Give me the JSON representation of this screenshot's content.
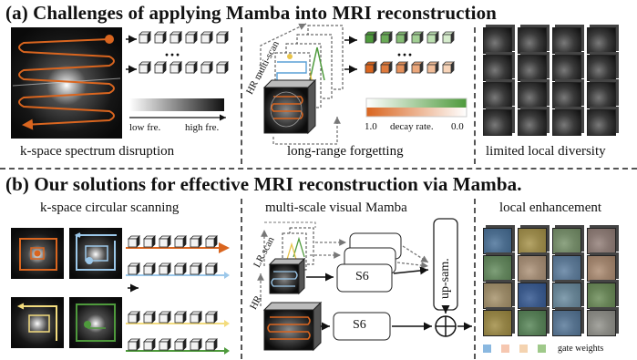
{
  "colors": {
    "orange": "#d9651f",
    "blue": "#5aa0d6",
    "light_blue": "#9cc8ea",
    "yellow": "#e8c44a",
    "green": "#4e9a3c",
    "cube_face": "#f2f2f2",
    "cube_dark": "#222222"
  },
  "section_a": {
    "title": "(a) Challenges of applying Mamba into MRI reconstruction",
    "ellipsis": "···",
    "low_freq": "low fre.",
    "high_freq": "high fre.",
    "caption_kspace": "k-space spectrum disruption",
    "hr_multiscan": "HR multi-scan",
    "decay_left": "1.0",
    "decay_label": "decay rate.",
    "decay_right": "0.0",
    "caption_forgetting": "long-range forgetting",
    "caption_diversity": "limited local diversity"
  },
  "section_b": {
    "title": "(b) Our solutions for effective MRI reconstruction via Mamba.",
    "caption_circular": "k-space circular scanning",
    "caption_multiscale": "multi-scale visual Mamba",
    "caption_local": "local enhancement",
    "lr_scan": "LR scan",
    "hr": "HR",
    "s6": "S6",
    "upsam": "up-sam.",
    "gate_weights": "gate weights"
  }
}
